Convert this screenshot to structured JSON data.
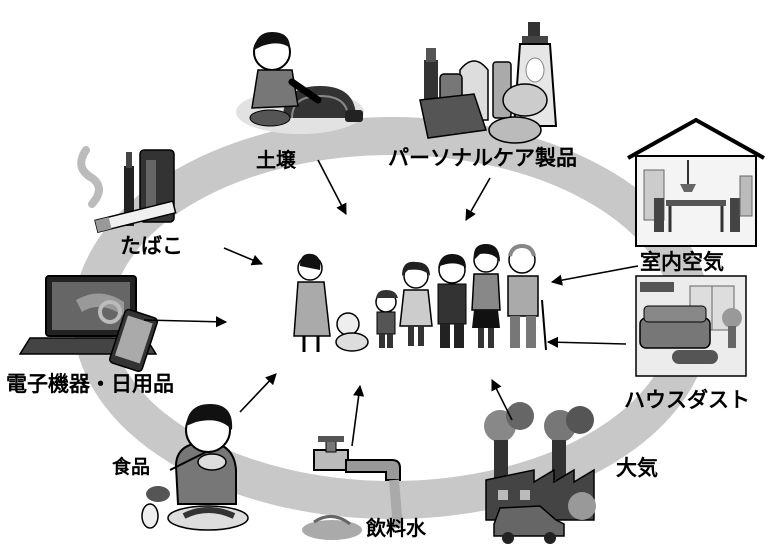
{
  "center": {
    "label": "",
    "icon": "family-group-icon"
  },
  "sources": [
    {
      "id": "soil",
      "label": "土壌",
      "icon": "child-playing-soil-icon"
    },
    {
      "id": "personal-care",
      "label": "パーソナルケア製品",
      "icon": "cosmetics-icon"
    },
    {
      "id": "tobacco",
      "label": "たばこ",
      "icon": "cigarette-icon"
    },
    {
      "id": "indoor-air",
      "label": "室内空気",
      "icon": "house-room-icon"
    },
    {
      "id": "electronics",
      "label": "電子機器・日用品",
      "icon": "laptop-tablet-icon"
    },
    {
      "id": "house-dust",
      "label": "ハウスダスト",
      "icon": "sofa-room-icon"
    },
    {
      "id": "food",
      "label": "食品",
      "icon": "person-eating-icon"
    },
    {
      "id": "water",
      "label": "飲料水",
      "icon": "water-faucet-icon"
    },
    {
      "id": "atmosphere",
      "label": "大気",
      "icon": "factory-car-icon"
    }
  ],
  "colors": {
    "ring": "#c8c8c8",
    "arrow": "#000000",
    "ink": "#000000"
  }
}
